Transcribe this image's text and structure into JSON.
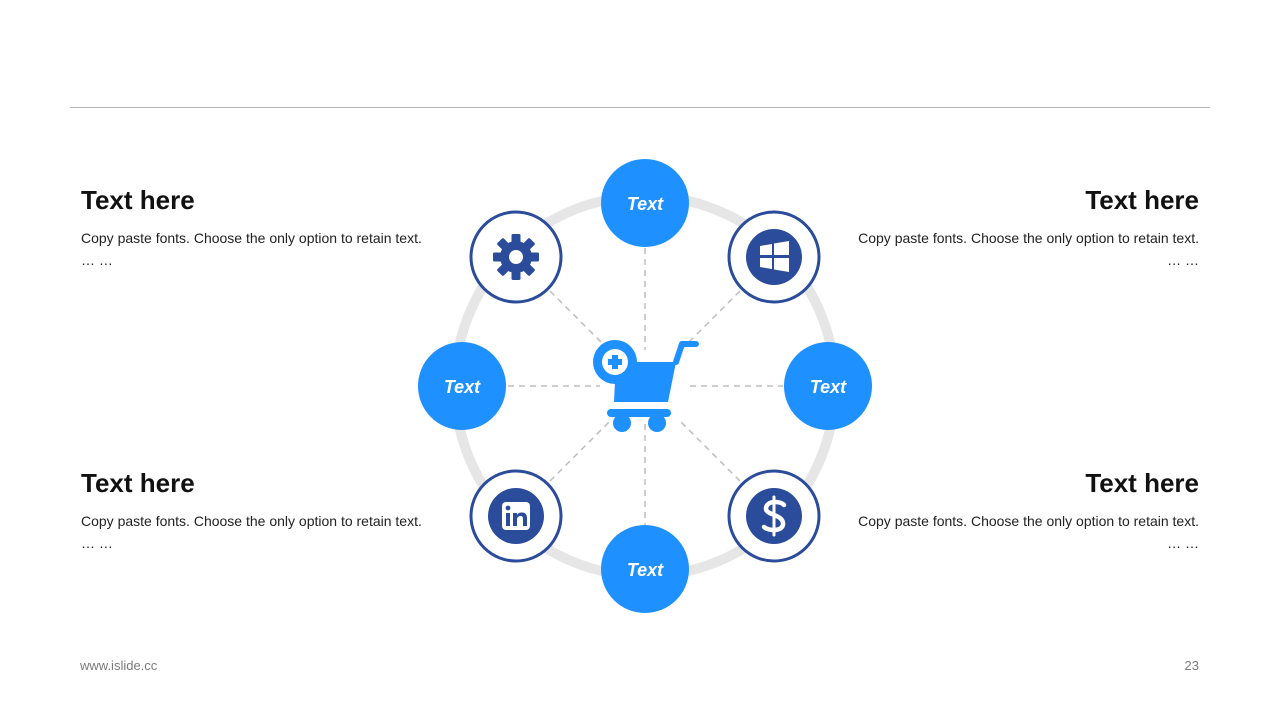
{
  "colors": {
    "accent_blue": "#1E90FF",
    "navy": "#2B4C9B",
    "ring_gray": "#E6E6E6",
    "dash_gray": "#BDBDBD"
  },
  "blocks": {
    "top_left": {
      "title": "Text here",
      "body": "Copy paste fonts. Choose the only option to retain text.",
      "ellipsis": "… …"
    },
    "top_right": {
      "title": "Text here",
      "body": "Copy paste fonts. Choose the only option to retain text.",
      "ellipsis": "… …"
    },
    "bottom_left": {
      "title": "Text here",
      "body": "Copy paste fonts. Choose the only option to retain text.",
      "ellipsis": "… …"
    },
    "bottom_right": {
      "title": "Text here",
      "body": "Copy paste fonts. Choose the only option to retain text.",
      "ellipsis": "… …"
    }
  },
  "diagram": {
    "center_icon": "shopping-cart-add-icon",
    "text_nodes": {
      "top": "Text",
      "left": "Text",
      "right": "Text",
      "bottom": "Text"
    },
    "icon_nodes": {
      "top_left": "gear-icon",
      "top_right": "windows-icon",
      "bottom_left": "linkedin-icon",
      "bottom_right": "dollar-icon"
    }
  },
  "footer": {
    "url": "www.islide.cc",
    "page_number": "23"
  }
}
